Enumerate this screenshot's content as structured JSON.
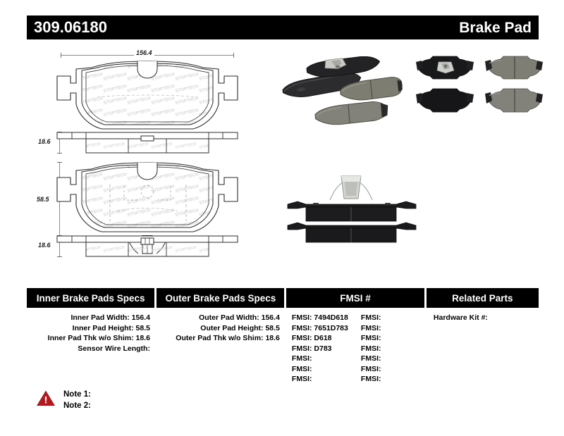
{
  "header": {
    "part_number": "309.06180",
    "title": "Brake Pad"
  },
  "drawings": {
    "dim_width": "156.4",
    "dim_height": "58.5",
    "dim_thickness_top": "18.6",
    "dim_thickness_bottom": "18.6",
    "brand_watermark": "STOPTECH"
  },
  "photos": {
    "photo_1_caption": "angled-brake-pad-set",
    "photo_2_caption": "flat-brake-pad-set",
    "photo_3_caption": "edge-view-pad-pair-with-clip"
  },
  "table": {
    "columns": [
      {
        "header": "Inner Brake Pads Specs"
      },
      {
        "header": "Outer Brake Pads Specs"
      },
      {
        "header": "FMSI #"
      },
      {
        "header": "Related Parts"
      }
    ],
    "inner_specs": [
      "Inner Pad Width: 156.4",
      "Inner Pad Height: 58.5",
      "Inner Pad Thk w/o Shim: 18.6",
      "Sensor Wire Length:"
    ],
    "outer_specs": [
      "Outer Pad Width: 156.4",
      "Outer Pad Height: 58.5",
      "Outer Pad Thk w/o Shim: 18.6"
    ],
    "fmsi_left": [
      "FMSI: 7494D618",
      "FMSI: 7651D783",
      "FMSI: D618",
      "FMSI: D783",
      "FMSI:",
      "FMSI:",
      "FMSI:"
    ],
    "fmsi_right": [
      "FMSI:",
      "FMSI:",
      "FMSI:",
      "FMSI:",
      "FMSI:",
      "FMSI:",
      "FMSI:"
    ],
    "related_parts": [
      "Hardware Kit #:"
    ]
  },
  "notes": {
    "note_1": "Note 1:",
    "note_2": "Note 2:"
  },
  "colors": {
    "header_bg": "#000000",
    "header_text": "#ffffff",
    "warning_red": "#c0181f",
    "drawing_line": "#2b2b2b",
    "dimension_line": "#8a8a8a",
    "pad_dark": "#242424",
    "pad_friction": "#7e7d72"
  }
}
